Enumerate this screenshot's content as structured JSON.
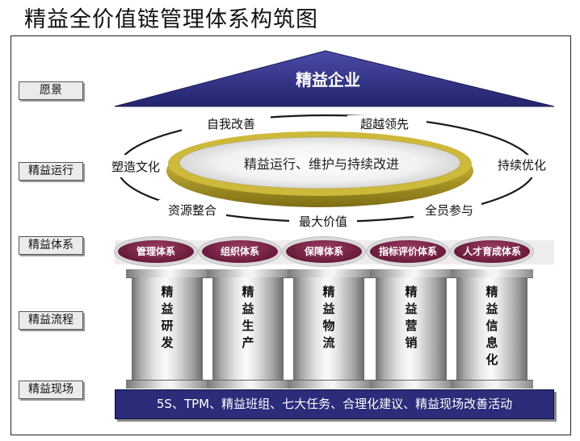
{
  "title": "精益全价值链管理体系构筑图",
  "levels": {
    "vision": "愿景",
    "operation": "精益运行",
    "system": "精益体系",
    "process": "精益流程",
    "site": "精益现场"
  },
  "roof": {
    "label": "精益企业"
  },
  "ring": {
    "center": "精益运行、维护与持续改进",
    "labels": [
      "自我改善",
      "超越领先",
      "塑造文化",
      "持续优化",
      "资源整合",
      "最大价值",
      "全员参与"
    ]
  },
  "systems": [
    "管理体系",
    "组织体系",
    "保障体系",
    "指标评价体系",
    "人才育成体系"
  ],
  "pillars": [
    "精\n益\n研\n发",
    "精\n益\n生\n产",
    "精\n益\n物\n流",
    "精\n益\n营\n销",
    "精\n益\n信\n息\n化"
  ],
  "foundation": "5S、TPM、精益班组、七大任务、合理化建议、精益现场改善活动",
  "colors": {
    "roof": "#2b2c7a",
    "ring_gold": "#c9b536",
    "badge": "#6b1b3c",
    "foundation": "#2b2c7a"
  }
}
